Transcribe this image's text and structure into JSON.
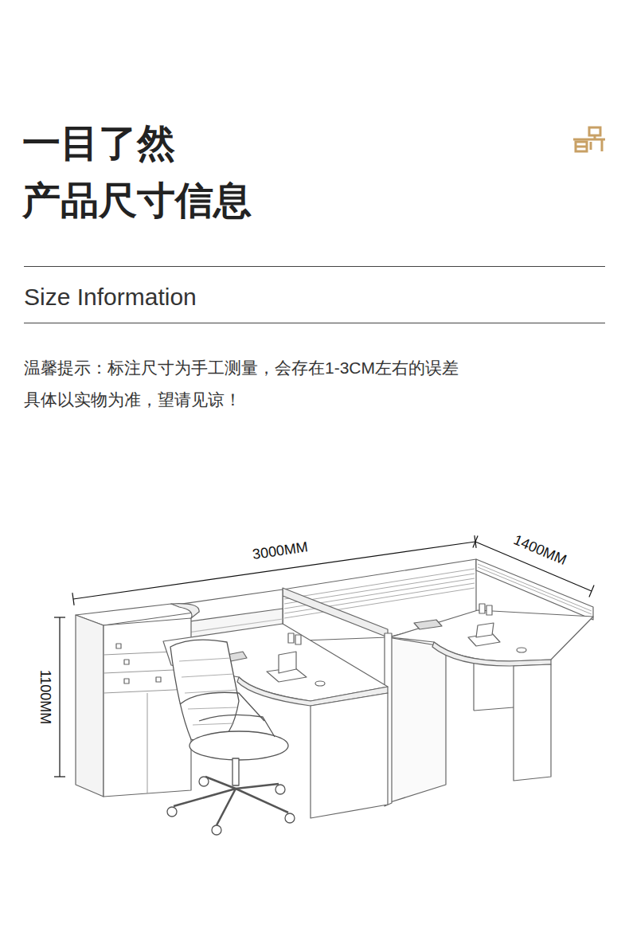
{
  "diagram": {
    "title": "一目了然 产品尺寸信息",
    "labels": [
      "Size Information",
      "温馨提示：标注尺寸为手工测量，会存在1-3CM左右的误差",
      "具体以实物为准，望请见谅！",
      "3000MM",
      "1400MM",
      "1100MM"
    ]
  }
}
